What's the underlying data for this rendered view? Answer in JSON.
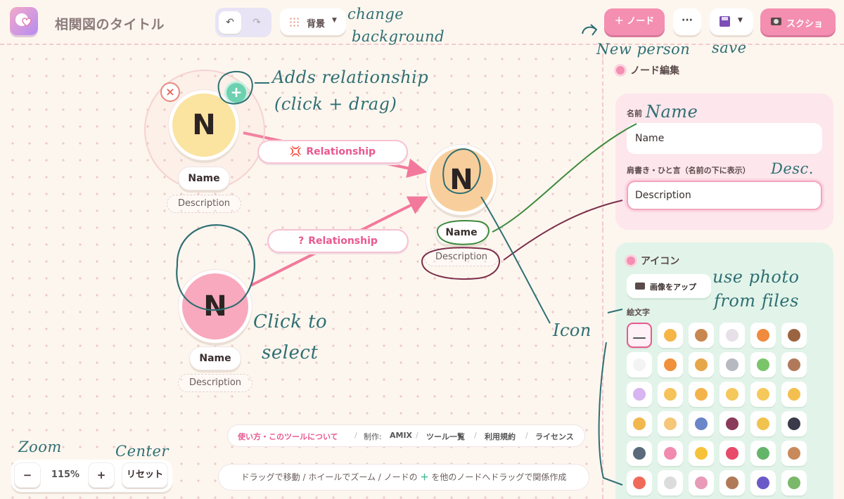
{
  "header": {
    "app_title": "相関図のタイトル",
    "undo_label": "↶",
    "redo_label": "↷",
    "background_label": "背景",
    "add_node_label": "＋ ノード",
    "more_label": "···",
    "screenshot_label": "スクショ"
  },
  "nodes": [
    {
      "initial": "N",
      "name": "Name",
      "description": "Description",
      "color": "#fbe3a0"
    },
    {
      "initial": "N",
      "name": "Name",
      "description": "Description",
      "color": "#f8cf9c"
    },
    {
      "initial": "N",
      "name": "Name",
      "description": "Description",
      "color": "#f8a9bd"
    }
  ],
  "relationships": [
    {
      "symbol": "💢",
      "label": "Relationship"
    },
    {
      "symbol": "?",
      "label": "Relationship"
    }
  ],
  "node_actions": {
    "delete_label": "×",
    "add_relation_label": "+"
  },
  "zoom": {
    "minus_label": "−",
    "level": "115%",
    "plus_label": "+",
    "reset_label": "リセット"
  },
  "footer": {
    "about": "使い方・このツールについて",
    "sep": "/",
    "maker_prefix": "制作:",
    "maker": "AMIX",
    "tools": "ツール一覧",
    "terms": "利用規約",
    "license": "ライセンス"
  },
  "hint": {
    "before": "ドラッグで移動 / ホイールでズーム / ノードの",
    "plus": "＋",
    "after": "を他のノードへドラッグで関係作成"
  },
  "panel": {
    "node_edit_title": "ノード編集",
    "name_label": "名前",
    "name_value": "Name",
    "desc_label": "肩書き・ひと言（名前の下に表示）",
    "desc_value": "Description",
    "icon_title": "アイコン",
    "upload_label": "画像をアップ",
    "emoji_label": "絵文字",
    "emojis": [
      "none",
      "cat",
      "dog",
      "rabbit",
      "fox",
      "bear",
      "panda",
      "tiger",
      "lion",
      "koala",
      "frog",
      "monkey",
      "unicorn",
      "person-1",
      "person-2",
      "person-3",
      "person-4",
      "person-5",
      "person-6",
      "person-7",
      "person-8",
      "vampire",
      "fairy",
      "ninja",
      "zombie",
      "flower",
      "sun",
      "ribbon",
      "gift",
      "donut",
      "books",
      "onigiri",
      "bouquet",
      "cake",
      "gamepad",
      "notebooks"
    ],
    "emoji_colors": [
      "#ffffff",
      "#f5b547",
      "#c8874f",
      "#e8e0e8",
      "#f08a3c",
      "#9b6440",
      "#f3f3f3",
      "#f0903a",
      "#e6a64a",
      "#b8b8c0",
      "#7ac56a",
      "#b07a5a",
      "#d8b4f0",
      "#f6c35a",
      "#f4b34a",
      "#f4c85a",
      "#f6c85a",
      "#f3c050",
      "#f0b84e",
      "#f6c778",
      "#6a86c8",
      "#8a3a5a",
      "#f2c24e",
      "#3a3a4a",
      "#5a6a7a",
      "#f28ab0",
      "#f6c238",
      "#e84a6a",
      "#64b56a",
      "#c88a5a",
      "#f06a5a",
      "#dcdcdc",
      "#e89ab8",
      "#b07a58",
      "#6a5ac8",
      "#7ab86a"
    ]
  },
  "annotations": {
    "change_background": "change",
    "change_background_2": "background",
    "new_person": "New person",
    "save": "save",
    "adds_relationship": "Adds relationship",
    "click_drag": "(click + drag)",
    "name": "Name",
    "desc": "Desc.",
    "use_photo": "use photo",
    "from_files": "from files",
    "icon": "Icon",
    "click_to": "Click to",
    "select": "select",
    "zoom": "Zoom",
    "center": "Center"
  }
}
